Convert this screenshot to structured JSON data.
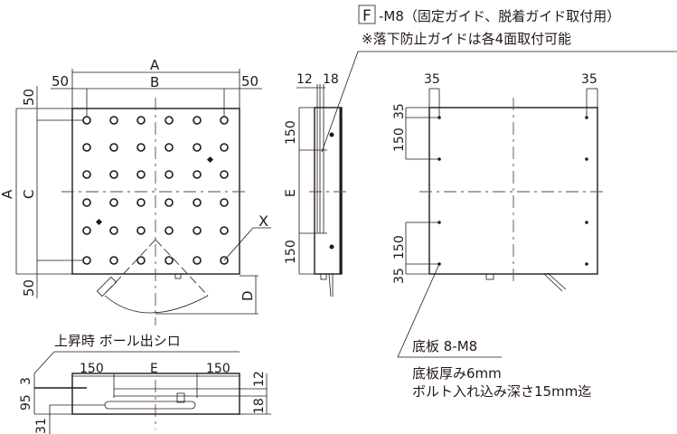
{
  "header": {
    "boxed_letter": "F",
    "line1": "-M8（固定ガイド、脱着ガイド取付用）",
    "line2": "※落下防止ガイドは各4面取付可能"
  },
  "plan_view": {
    "dim_A_top": "A",
    "dim_B": "B",
    "dim_50_left": "50",
    "dim_50_right": "50",
    "dim_50_top": "50",
    "dim_50_bottom": "50",
    "dim_A_left": "A",
    "dim_C": "C",
    "dim_D": "D",
    "label_X": "X"
  },
  "side_view": {
    "dim_12": "12",
    "dim_18": "18",
    "dim_150_top": "150",
    "dim_E": "E",
    "dim_150_bottom": "150"
  },
  "bottom_view": {
    "dim_35_left": "35",
    "dim_35_right": "35",
    "dim_35_top": "35",
    "dim_150_top": "150",
    "dim_150_bottom": "150",
    "dim_35_bottom": "35",
    "base_label": "底板 8-M8",
    "note1": "底板厚み6mm",
    "note2": "ボルト入れ込み深さ15mm迄"
  },
  "front_view": {
    "title": "上昇時 ボール出シロ",
    "dim_150_left": "150",
    "dim_E": "E",
    "dim_150_right": "150",
    "dim_3": "3",
    "dim_95": "95",
    "dim_31": "31",
    "dim_12": "12",
    "dim_18": "18"
  }
}
